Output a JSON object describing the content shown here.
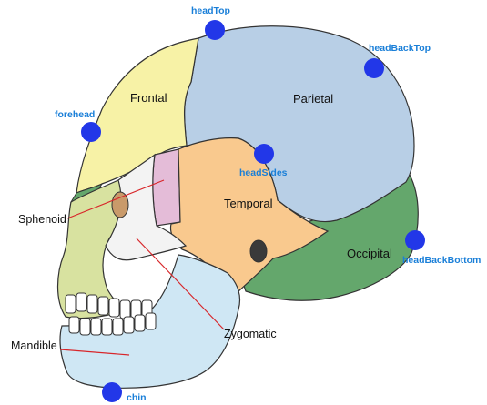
{
  "colors": {
    "frontal": "#f7f2a6",
    "parietal": "#b8cfe6",
    "temporal": "#f9c98e",
    "occipital": "#64a76c",
    "sphenoid": "#e4bcd8",
    "zygomatic": "#f3f3f3",
    "mandible": "#cfe7f4",
    "maxilla": "#d8e2a0",
    "teeth": "#ffffff",
    "outline": "#333333",
    "leader": "#d8262a",
    "marker": "#2237e8",
    "point_label": "#1a7fd8"
  },
  "bones": {
    "frontal": "Frontal",
    "parietal": "Parietal",
    "temporal": "Temporal",
    "occipital": "Occipital"
  },
  "callouts": {
    "sphenoid": "Sphenoid",
    "zygomatic": "Zygomatic",
    "mandible": "Mandible"
  },
  "points": {
    "headTop": "headTop",
    "headBackTop": "headBackTop",
    "forehead": "forehead",
    "headSides": "headSides",
    "headBackBottom": "headBackBottom",
    "chin": "chin"
  }
}
